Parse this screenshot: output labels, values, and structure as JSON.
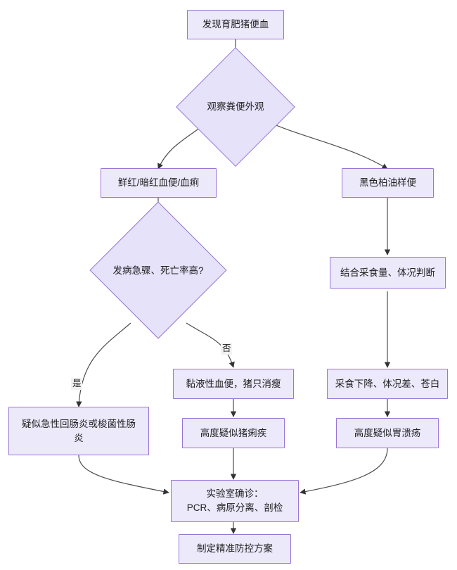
{
  "diagram": {
    "type": "flowchart",
    "title": "",
    "direction": "top-down",
    "colors": {
      "node_fill": "#ece9fb",
      "diamond_fill": "#e5e2fa",
      "node_border": "#9875d6",
      "edge_stroke": "#4d4d4d",
      "text": "#1f1f1f",
      "background": "#ffffff",
      "edge_label_bg": "#f2f2f2"
    },
    "nodes": [
      {
        "id": "n1",
        "shape": "box",
        "label": "发现育肥猪便血"
      },
      {
        "id": "n2",
        "shape": "diamond",
        "label": "观察粪便外观"
      },
      {
        "id": "n3",
        "shape": "box",
        "label": "鲜红/暗红血便/血痢"
      },
      {
        "id": "n4",
        "shape": "box",
        "label": "黑色柏油样便"
      },
      {
        "id": "n5",
        "shape": "diamond",
        "label": "发病急骤、死亡率高?"
      },
      {
        "id": "n6",
        "shape": "box",
        "label": "结合采食量、体况判断"
      },
      {
        "id": "n7",
        "shape": "box",
        "label": "黏液性血便，猪只消瘦"
      },
      {
        "id": "n8",
        "shape": "box",
        "label": "采食下降、体况差、苍白"
      },
      {
        "id": "n9",
        "shape": "box",
        "label": "疑似急性回肠炎或梭菌性肠炎"
      },
      {
        "id": "n10",
        "shape": "box",
        "label": "高度疑似猪痢疾"
      },
      {
        "id": "n11",
        "shape": "box",
        "label": "高度疑似胃溃疡"
      },
      {
        "id": "n12",
        "shape": "box",
        "label": "实验室确诊：\nPCR、病原分离、剖检"
      },
      {
        "id": "n13",
        "shape": "box",
        "label": "制定精准防控方案"
      }
    ],
    "edges": [
      {
        "from": "n1",
        "to": "n2",
        "label": ""
      },
      {
        "from": "n2",
        "to": "n3",
        "label": ""
      },
      {
        "from": "n2",
        "to": "n4",
        "label": ""
      },
      {
        "from": "n3",
        "to": "n5",
        "label": ""
      },
      {
        "from": "n4",
        "to": "n6",
        "label": ""
      },
      {
        "from": "n5",
        "to": "n9",
        "label": "是"
      },
      {
        "from": "n5",
        "to": "n7",
        "label": "否"
      },
      {
        "from": "n6",
        "to": "n8",
        "label": ""
      },
      {
        "from": "n7",
        "to": "n10",
        "label": ""
      },
      {
        "from": "n8",
        "to": "n11",
        "label": ""
      },
      {
        "from": "n9",
        "to": "n12",
        "label": ""
      },
      {
        "from": "n10",
        "to": "n12",
        "label": ""
      },
      {
        "from": "n11",
        "to": "n12",
        "label": ""
      },
      {
        "from": "n12",
        "to": "n13",
        "label": ""
      }
    ],
    "edge_labels": {
      "yes": "是",
      "no": "否"
    }
  }
}
